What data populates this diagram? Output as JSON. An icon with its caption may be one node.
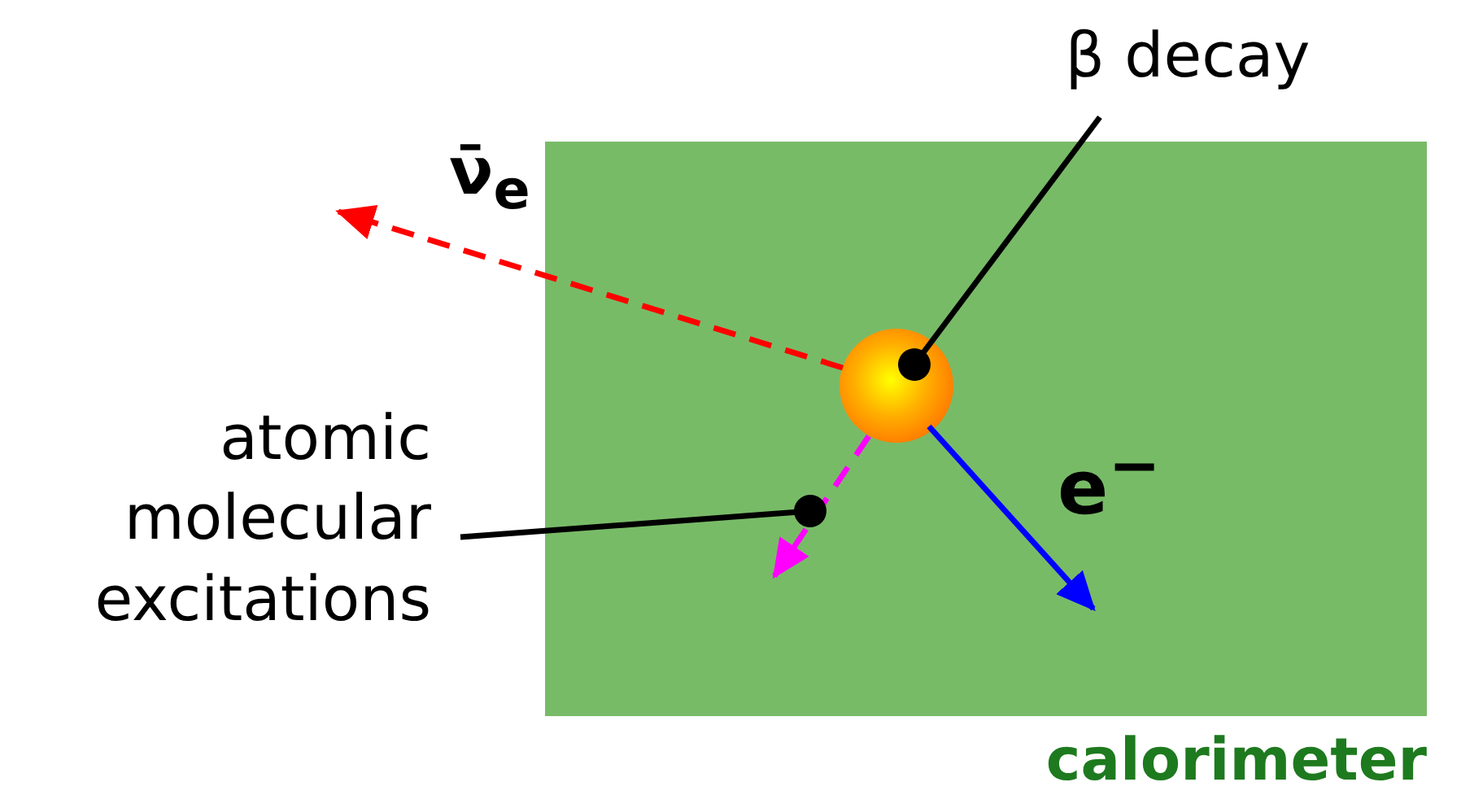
{
  "diagram": {
    "nodes": [
      {
        "text": [
          "calorimeter"
        ]
      },
      {
        "text": [],
        "shape": "circle",
        "in": 0
      },
      {
        "text": [
          "β decay"
        ]
      },
      {
        "text": [
          "atomic molecular excitations"
        ]
      }
    ],
    "edges": [
      {
        "from": 1,
        "to": null,
        "arrow": "to",
        "style": "dashed",
        "color": "#ff0000",
        "label": "ν̄$_{e}$"
      },
      {
        "from": 1,
        "to": null,
        "arrow": "to",
        "color": "#0000ff",
        "label": "e$^{−}$"
      },
      {
        "from": 1,
        "to": null,
        "arrow": "to",
        "style": "dashed",
        "color": "#ff00ff"
      },
      {
        "from": 2,
        "to": 1,
        "arrow": "other"
      },
      {
        "from": 3,
        "to": null,
        "arrow": "other"
      }
    ]
  }
}
